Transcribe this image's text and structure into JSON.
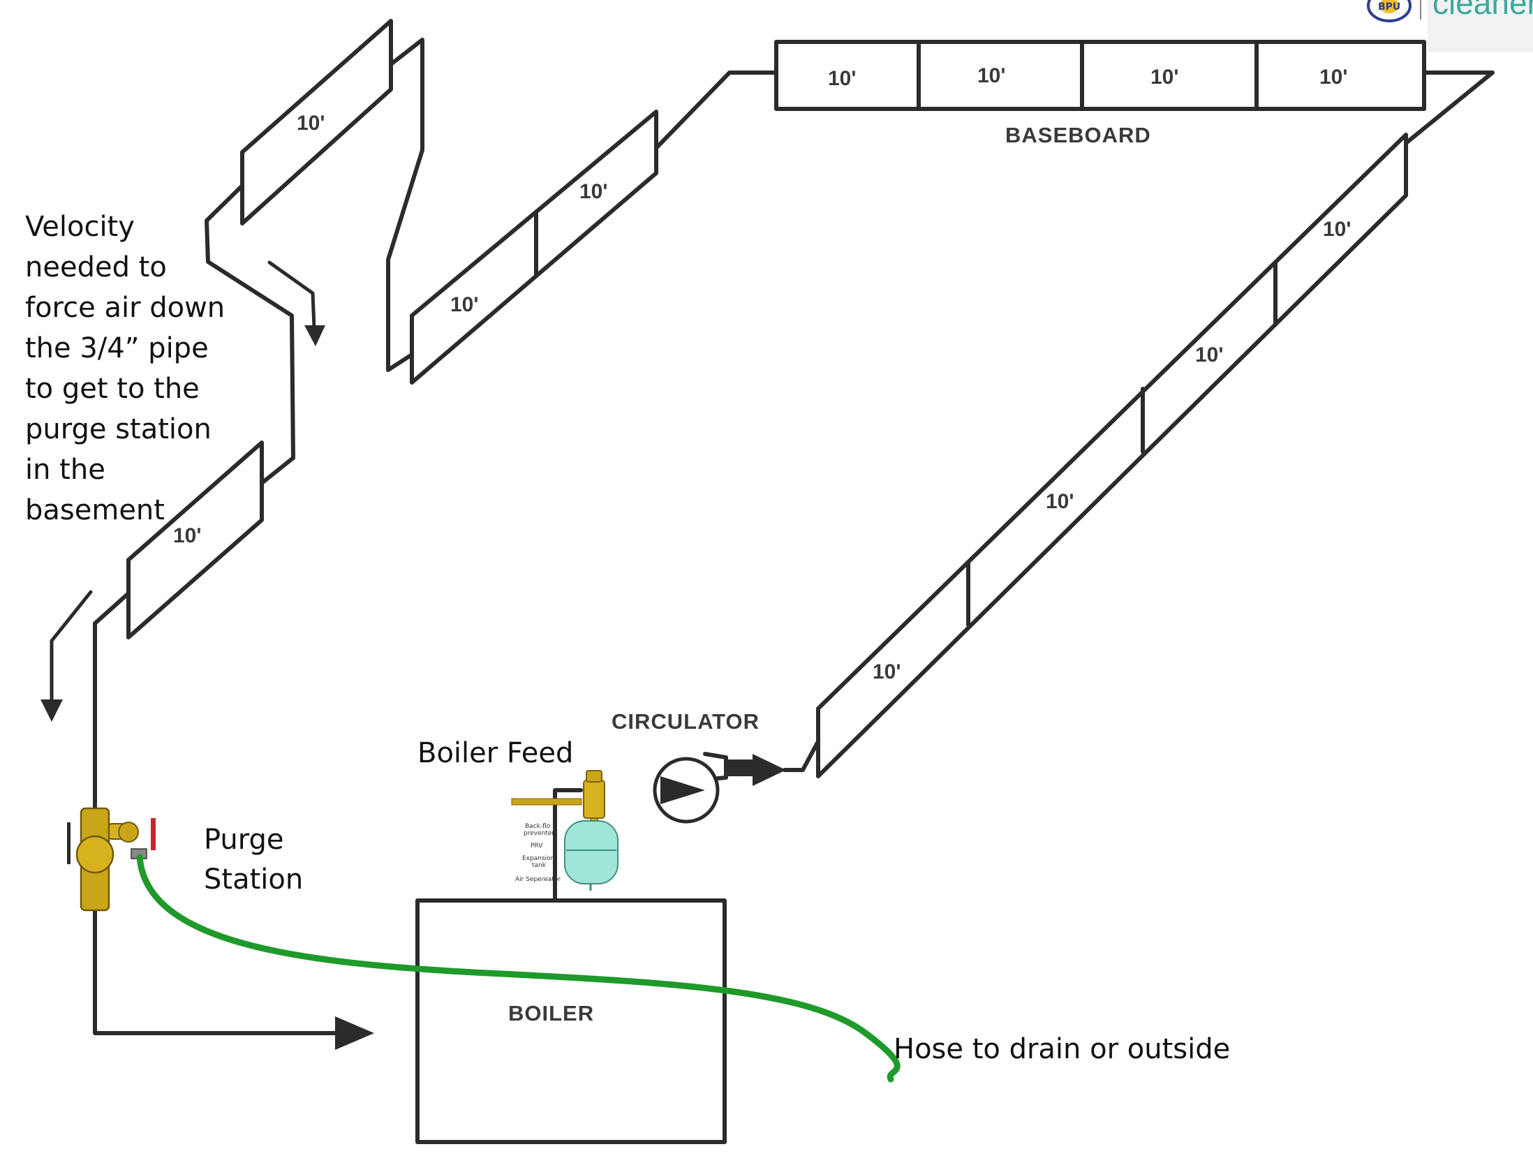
{
  "logo": {
    "text": "cleaner",
    "badge": "BPU"
  },
  "baseboard": {
    "title": "BASEBOARD",
    "segment_label": "10'"
  },
  "components": {
    "circulator": "CIRCULATOR",
    "boiler": "BOILER",
    "boiler_feed": "Boiler Feed",
    "purge_station": [
      "Purge",
      "Station"
    ],
    "hose": "Hose to drain or outside"
  },
  "feed_parts": [
    "Back-flo",
    "preventer",
    "PRV",
    "Expansion",
    "tank",
    "Air Sepereator"
  ],
  "note": {
    "lines": [
      "Velocity",
      "needed to",
      "force air down",
      "the 3/4” pipe",
      "to get to the",
      "purge station",
      "in the",
      "basement"
    ]
  },
  "colors": {
    "pipe": "#2b2b2b",
    "hose": "#1f9a2a",
    "brass": "#c9a518",
    "tank": "#9fe6d6",
    "valve_handle": "#c0272d"
  }
}
